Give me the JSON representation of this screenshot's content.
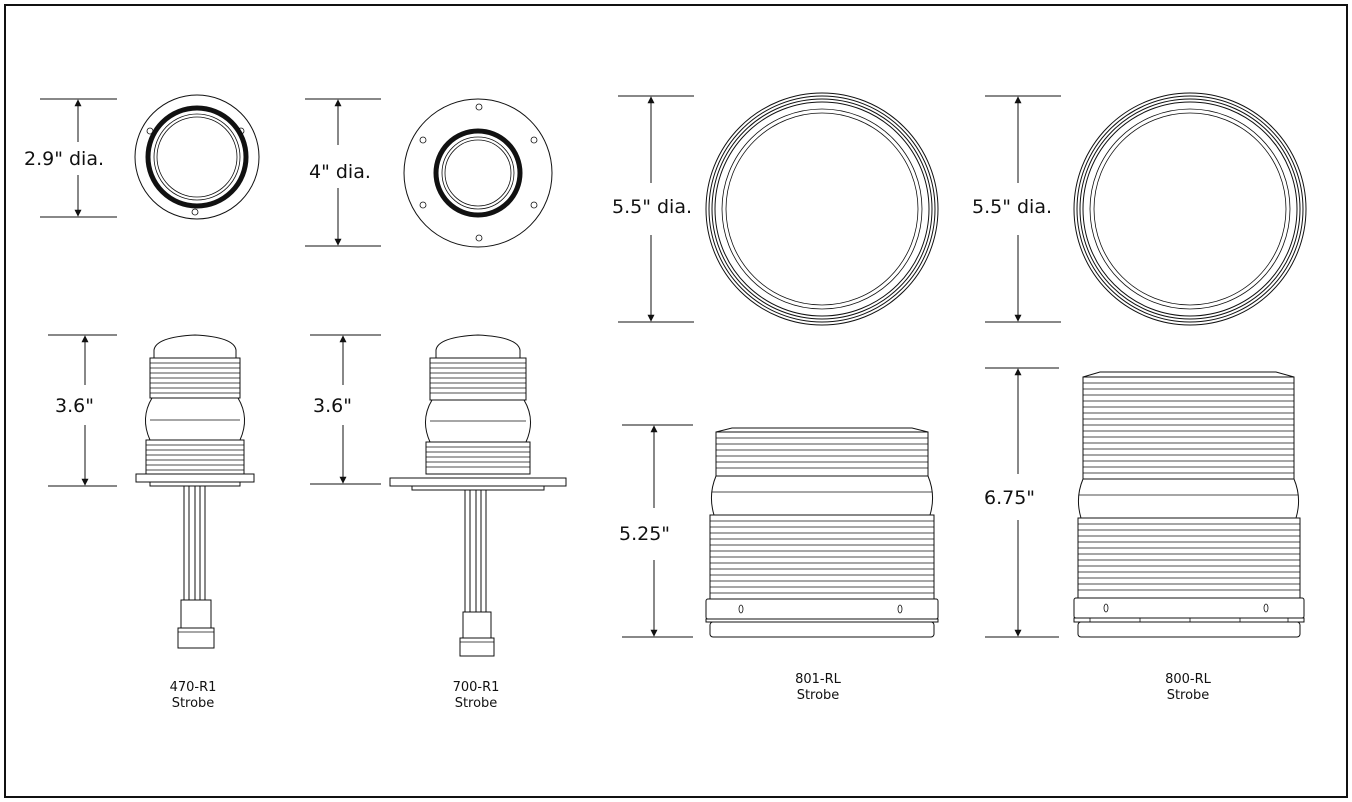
{
  "diagram": {
    "units": [
      {
        "id": "470-r1",
        "top_dimension": "2.9\" dia.",
        "side_dimension": "3.6\"",
        "model": "470-R1",
        "type": "Strobe"
      },
      {
        "id": "700-r1",
        "top_dimension": "4\" dia.",
        "side_dimension": "3.6\"",
        "model": "700-R1",
        "type": "Strobe"
      },
      {
        "id": "801-rl",
        "top_dimension": "5.5\" dia.",
        "side_dimension": "5.25\"",
        "model": "801-RL",
        "type": "Strobe"
      },
      {
        "id": "800-rl",
        "top_dimension": "5.5\" dia.",
        "side_dimension": "6.75\"",
        "model": "800-RL",
        "type": "Strobe"
      }
    ],
    "colors": {
      "line": "#111111",
      "background": "#ffffff"
    }
  }
}
